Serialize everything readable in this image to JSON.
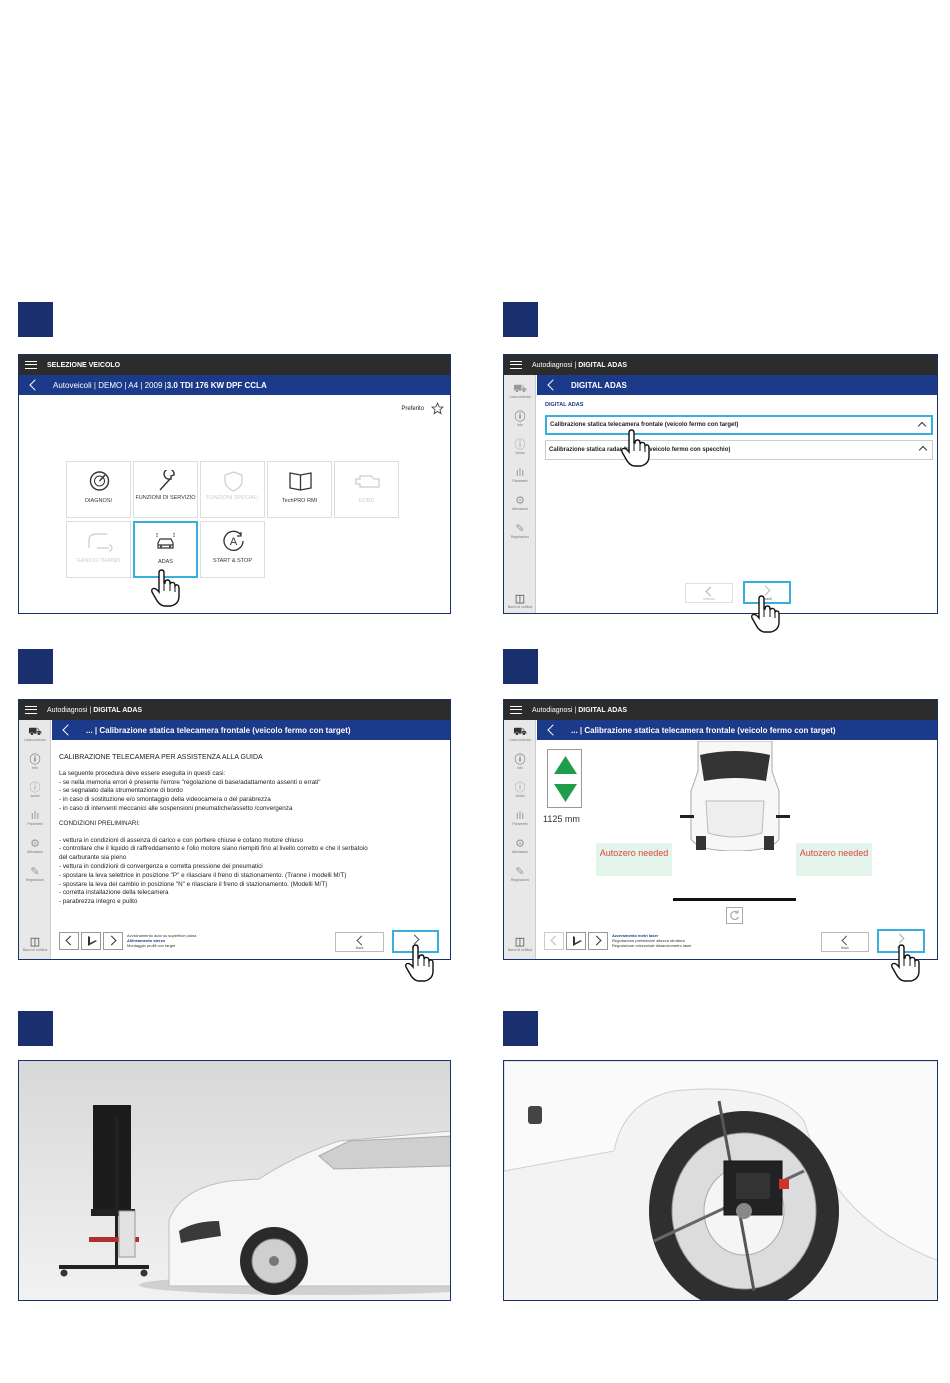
{
  "panel1": {
    "topbar_title": "SELEZIONE VEICOLO",
    "vehicle_prefix": "Autoveicoli | DEMO | A4 | 2009 | ",
    "vehicle_bold": "3.0 TDI 176 KW DPF CCLA",
    "favorite_label": "Preferito",
    "tiles": [
      {
        "label": "DIAGNOSI",
        "icon": "gauge-icon",
        "disabled": false
      },
      {
        "label": "FUNZIONI DI SERVIZIO",
        "icon": "wrench-icon",
        "disabled": false
      },
      {
        "label": "FUNZIONI SPECIALI",
        "icon": "shield-icon",
        "disabled": true
      },
      {
        "label": "TechPRO RMI",
        "icon": "book-icon",
        "disabled": false
      },
      {
        "label": "EOBD",
        "icon": "engine-icon",
        "disabled": true
      },
      {
        "label": "GANCIO TRAINO",
        "icon": "tow-hook-icon",
        "disabled": true
      },
      {
        "label": "ADAS",
        "icon": "adas-car-icon",
        "disabled": false,
        "selected": true
      },
      {
        "label": "START & STOP",
        "icon": "start-stop-icon",
        "disabled": false
      }
    ]
  },
  "panel2": {
    "topbar_prefix": "Autodiagnosi | ",
    "topbar_bold": "DIGITAL ADAS",
    "header_title": "DIGITAL ADAS",
    "section_label": "DIGITAL ADAS",
    "items": [
      "Calibrazione statica telecamera frontale (veicolo fermo con target)",
      "Calibrazione statica radar frontale (veicolo fermo con specchio)"
    ],
    "sidebar": [
      "Lista controllo",
      "Info",
      "Avvisi",
      "Parametri",
      "Attivazioni",
      "Regolazioni"
    ],
    "bottom_sidebar": "Barra di notifica",
    "back_btn": "Indietro",
    "next_btn": "Avanti"
  },
  "panel3": {
    "topbar_prefix": "Autodiagnosi | ",
    "topbar_bold": "DIGITAL ADAS",
    "header_title": "... | Calibrazione statica telecamera frontale (veicolo fermo con target)",
    "heading": "CALIBRAZIONE TELECAMERA PER ASSISTENZA ALLA GUIDA",
    "intro": "La seguente procedura deve essere eseguita in questi casi:",
    "cases": [
      "- se nella memoria errori è presente l'errore \"regolazione di base/adattamento assenti o errati\"",
      "- se segnalato dalla strumentazione di bordo",
      "- in caso di sostituzione e/o smontaggio della videocamera o del parabrezza",
      "- in caso di interventi meccanici alle sospensioni pneumatiche/assetto /convergenza"
    ],
    "conditions_title": "CONDIZIONI PRELIMINARI:",
    "conditions": [
      "- vettura in condizioni di assenza di carico e con portiere chiuse e cofano motore chiuso",
      "- controllare che il liquido di raffreddamento e l'olio motore siano riempiti fino al livello corretto e che il serbatoio",
      "del carburante sia pieno",
      "- vettura in condizioni di convergenza e corretta pressione dei pneumatici",
      "- spostare la leva selettrice in posizione \"P\" e rilasciare il freno di stazionamento. (Tranne i modelli M/T)",
      "- spostare la leva del cambio in posizione \"N\" e rilasciare il freno di stazionamento. (Modelli M/T)",
      "- corretta installazione della telecamera",
      "- parabrezza integro e pulito"
    ],
    "steps": [
      "Avvicinamento auto su superficie piana",
      "Allineamento sterzo",
      "Montaggio profili con target"
    ],
    "sidebar": [
      "Lista controllo",
      "Info",
      "Avvisi",
      "Parametri",
      "Attivazioni",
      "Regolazioni"
    ],
    "bottom_sidebar": "Barra di notifica",
    "back_btn": "Back",
    "next_btn": "Next"
  },
  "panel4": {
    "topbar_prefix": "Autodiagnosi | ",
    "topbar_bold": "DIGITAL ADAS",
    "header_title": "... | Calibrazione statica telecamera frontale (veicolo fermo con target)",
    "distance": "1125 mm",
    "autozero_left": "Autozero needed",
    "autozero_right": "Autozero needed",
    "steps": [
      "Azzeramento metri laser",
      "Regolazione preliminare altezza struttura",
      "Regolazione orizzontale distanziometro laser"
    ],
    "sidebar": [
      "Lista controllo",
      "Info",
      "Avvisi",
      "Parametri",
      "Attivazioni",
      "Regolazioni"
    ],
    "bottom_sidebar": "Barra di notifica",
    "back_btn": "Back",
    "next_btn": "Next"
  },
  "colors": {
    "navy": "#1a2f6e",
    "header_blue": "#1c3a8a",
    "highlight": "#38b0df",
    "alert_red": "#e0453a",
    "alert_bg": "#e3f4ea"
  }
}
